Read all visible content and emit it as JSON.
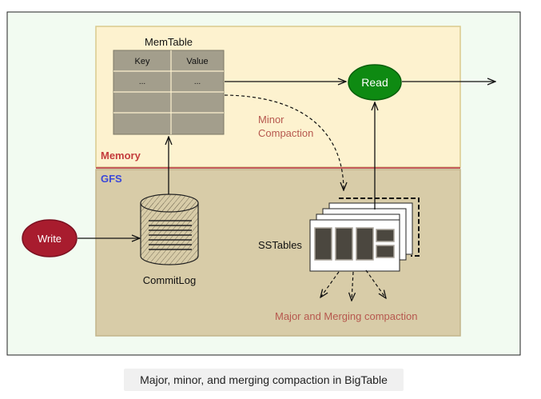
{
  "diagram": {
    "regions": {
      "memory_label": "Memory",
      "gfs_label": "GFS"
    },
    "memtable": {
      "title": "MemTable",
      "headers": [
        "Key",
        "Value"
      ],
      "rows": [
        [
          "...",
          "..."
        ],
        [
          "",
          ""
        ],
        [
          "",
          ""
        ]
      ]
    },
    "nodes": {
      "read": "Read",
      "write": "Write",
      "commitlog": "CommitLog",
      "sstables": "SSTables"
    },
    "annotations": {
      "minor_compaction_line1": "Minor",
      "minor_compaction_line2": "Compaction",
      "major_compaction": "Major and Merging compaction"
    },
    "colors": {
      "memory_fill": "#fdf2cf",
      "gfs_fill": "#d8cca8",
      "read_fill": "#0e8a12",
      "write_fill": "#a81c2e",
      "table_fill": "#a39e8c",
      "label_red": "#c43c3c",
      "label_blue": "#3b48d9",
      "note_brown": "#b6584e"
    }
  },
  "caption": "Major, minor, and merging compaction in BigTable"
}
